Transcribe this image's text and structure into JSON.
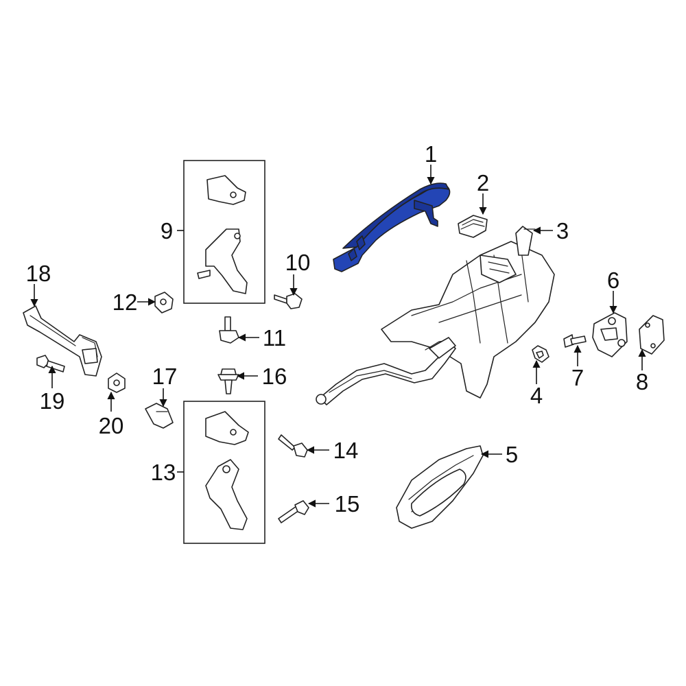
{
  "colors": {
    "highlight": "#2345b5",
    "highlight_dark": "#1a3596",
    "line": "#222222",
    "background": "#ffffff"
  },
  "callouts": {
    "c1": "1",
    "c2": "2",
    "c3": "3",
    "c4": "4",
    "c5": "5",
    "c6": "6",
    "c7": "7",
    "c8": "8",
    "c9": "9",
    "c10": "10",
    "c11": "11",
    "c12": "12",
    "c13": "13",
    "c14": "14",
    "c15": "15",
    "c16": "16",
    "c17": "17",
    "c18": "18",
    "c19": "19",
    "c20": "20"
  }
}
